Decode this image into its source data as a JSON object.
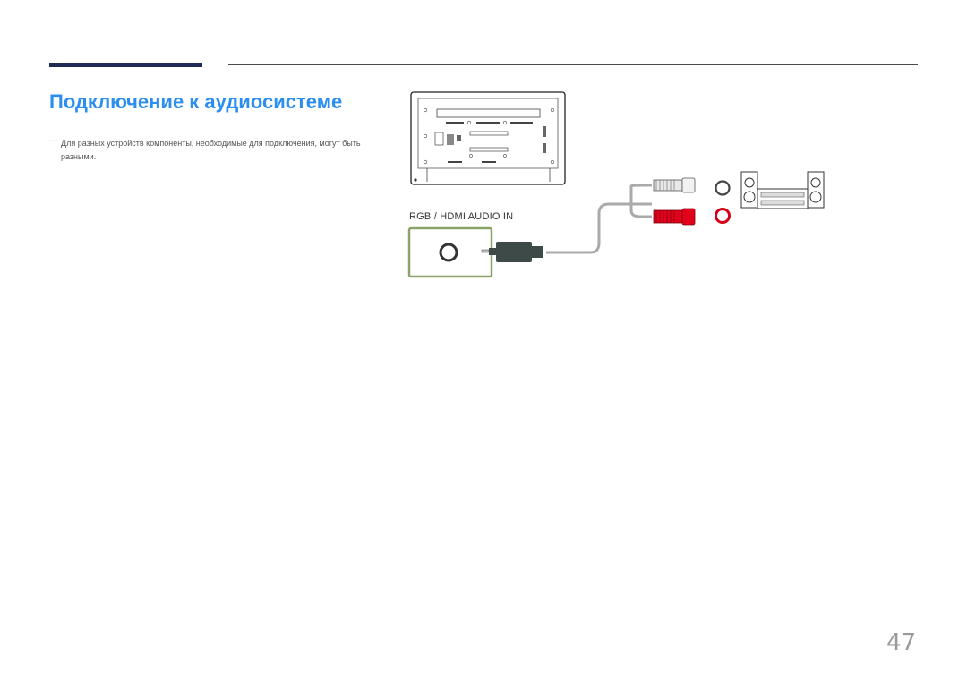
{
  "header": {
    "title": "Подключение к аудиосистеме"
  },
  "note": {
    "dash": "―",
    "text": "Для разных устройств компоненты, необходимые для подключения, могут быть разными."
  },
  "diagram": {
    "port_label": "RGB / HDMI AUDIO IN",
    "colors": {
      "audio_white": "#e8e8e8",
      "audio_red": "#e3001b",
      "port_frame": "#8aa36a",
      "plug_body": "#3d4a48"
    }
  },
  "footer": {
    "page_number": "47"
  }
}
